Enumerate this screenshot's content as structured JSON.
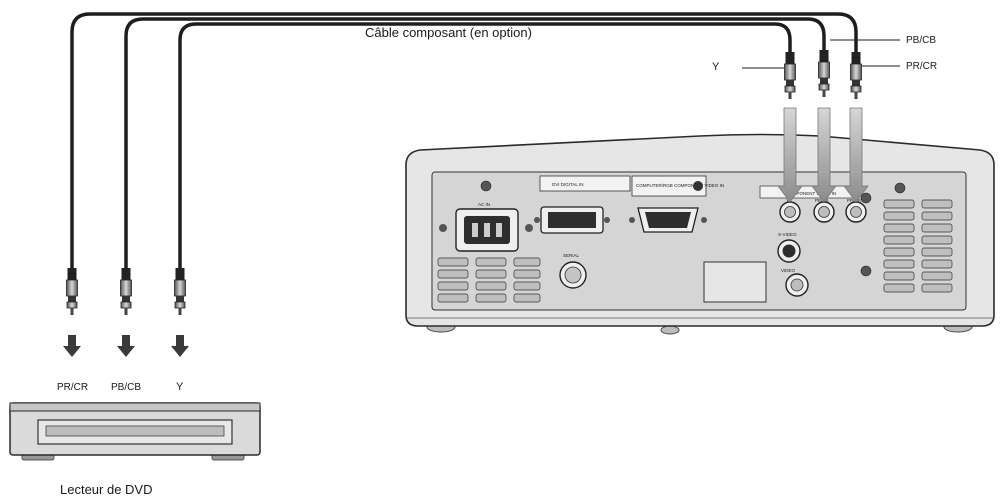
{
  "diagram": {
    "cable_label": "Câble composant (en option)",
    "connector_labels": {
      "y": "Y",
      "pb": "PB/CB",
      "pr": "PR/CR"
    },
    "dvd_player_label": "Lecteur de DVD",
    "projector_panel": {
      "ac_in": "AC IN",
      "dvi": "DVI DIGITAL IN",
      "computer": "COMPUTER/RGB COMPONENT VIDEO IN",
      "component_header": "COMPONENT VIDEO IN",
      "serial": "SERIAL",
      "s_video": "S-VIDEO",
      "video": "VIDEO",
      "port_y": "Y",
      "port_pb": "PB/CB",
      "port_pr": "PR/CR"
    }
  }
}
